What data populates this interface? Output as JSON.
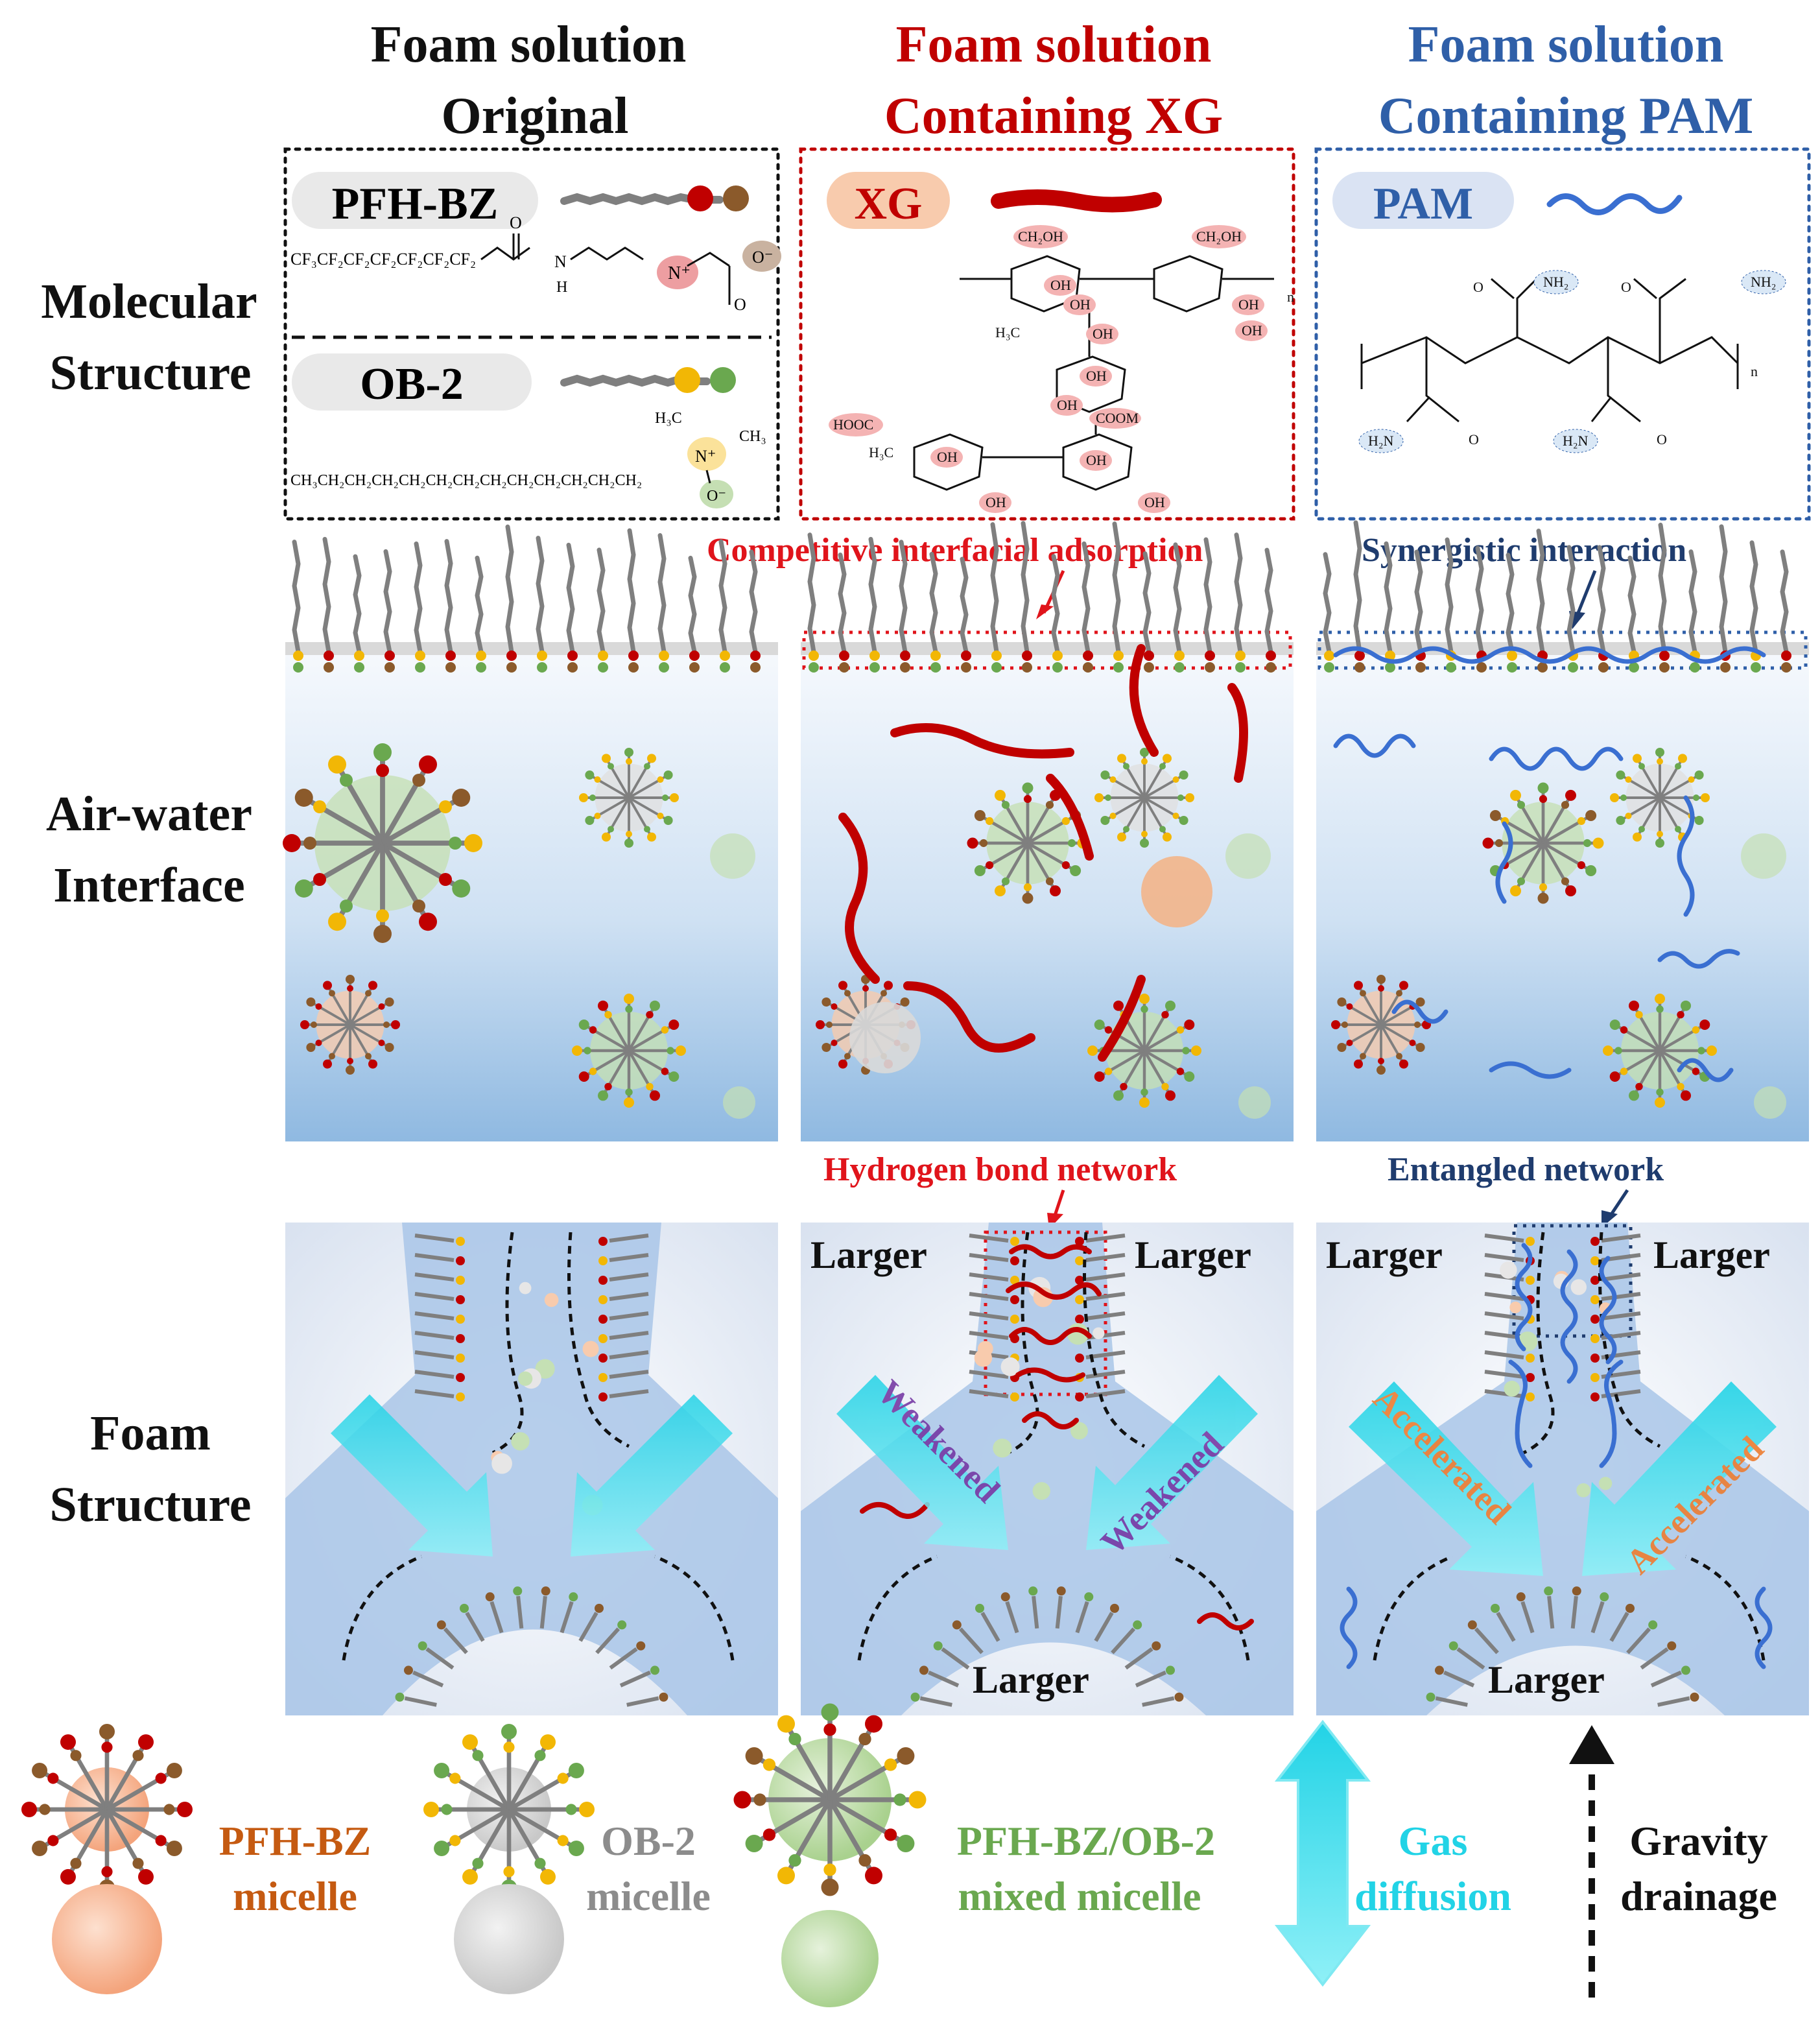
{
  "colors": {
    "black": "#111111",
    "xg_red": "#c00000",
    "pam_blue": "#2f5fa8",
    "callout_red": "#e0141b",
    "callout_blue": "#1f3c6e",
    "pfh_orange": "#c55a11",
    "ob_gray": "#8c8c8c",
    "mixed_green": "#6aa84f",
    "gas_cyan": "#22d3e6",
    "weakened_purple": "#7030a0",
    "accelerated_orange": "#ed7d31"
  },
  "columns": [
    {
      "title_line1": "Foam solution",
      "title_line2": "Original",
      "color": "#111111"
    },
    {
      "title_line1": "Foam solution",
      "title_line2": "Containing XG",
      "color": "#c00000"
    },
    {
      "title_line1": "Foam solution",
      "title_line2": "Containing PAM",
      "color": "#2f5fa8"
    }
  ],
  "row_labels": {
    "molecular": [
      "Molecular",
      "Structure"
    ],
    "interface": [
      "Air-water",
      "Interface"
    ],
    "foam": [
      "Foam",
      "Structure"
    ]
  },
  "molecules": {
    "pfh_bz": {
      "name": "PFH-BZ",
      "formula": "CF₃CF₂CF₂CF₂CF₂CF₂CF₂",
      "n_atom": "N",
      "h_atom": "H",
      "o_atom": "O",
      "o_minus": "O⁻",
      "n_plus": "N⁺"
    },
    "ob2": {
      "name": "OB-2",
      "formula": "CH₃CH₂CH₂CH₂CH₂CH₂CH₂CH₂CH₂CH₂CH₂CH₂CH₂",
      "ch3_a": "H₃C",
      "ch3_b": "CH₃",
      "n_plus": "N⁺",
      "o_minus": "O⁻"
    },
    "xg": {
      "name": "XG",
      "groups": [
        "CH₂OH",
        "CH₂OH",
        "OH",
        "OH",
        "OH",
        "OH",
        "OH",
        "OH",
        "OH",
        "COOM",
        "HOOC",
        "OH",
        "OH",
        "OH",
        "OH"
      ],
      "acetyl": "H₃C",
      "methyl": "H₃C",
      "n": "n"
    },
    "pam": {
      "name": "PAM",
      "nh2": "NH₂",
      "h2n": "H₂N",
      "o": "O",
      "n": "n"
    }
  },
  "callouts": {
    "competitive": "Competitive interfacial adsorption",
    "synergistic": "Synergistic interaction",
    "hbond": "Hydrogen bond network",
    "entangled": "Entangled network"
  },
  "foam_labels": {
    "larger": "Larger",
    "weakened": "Weakened",
    "accelerated": "Accelerated"
  },
  "legend": {
    "pfh_micelle": [
      "PFH-BZ",
      "micelle"
    ],
    "ob_micelle": [
      "OB-2",
      "micelle"
    ],
    "mixed_micelle": [
      "PFH-BZ/OB-2",
      "mixed micelle"
    ],
    "gas": [
      "Gas",
      "diffusion"
    ],
    "gravity": [
      "Gravity",
      "drainage"
    ]
  }
}
